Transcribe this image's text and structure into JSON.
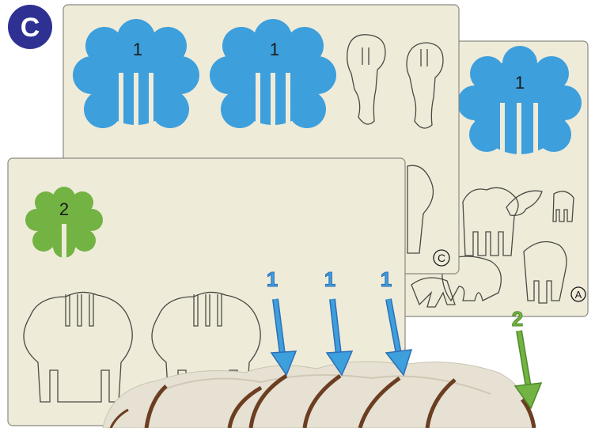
{
  "step_badge": "C",
  "colors": {
    "sheet": "#efebd9",
    "sheet_border": "#8a8a80",
    "blue": "#3d9fdc",
    "green": "#72b343",
    "badge": "#2e3192",
    "assembly": "#e6e1d2",
    "edge": "#6b3e22"
  },
  "sheets": {
    "back": {
      "letter": "A",
      "piece_number": "1"
    },
    "middle": {
      "letter": "C",
      "piece_numbers": [
        "1",
        "1"
      ]
    },
    "front": {
      "piece_number": "2"
    }
  },
  "arrows": {
    "blue": {
      "labels": [
        "1",
        "1",
        "1"
      ]
    },
    "green": {
      "label": "2"
    }
  }
}
